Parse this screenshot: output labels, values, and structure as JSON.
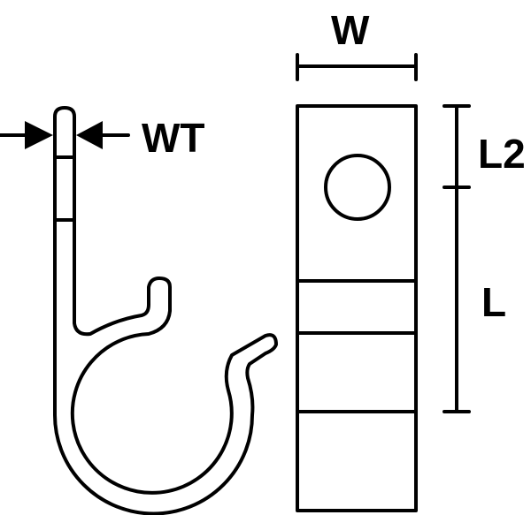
{
  "labels": {
    "width": "W",
    "wall_thickness": "WT",
    "length_2": "L2",
    "length": "L"
  },
  "colors": {
    "line": "#000000",
    "background": "#ffffff"
  }
}
